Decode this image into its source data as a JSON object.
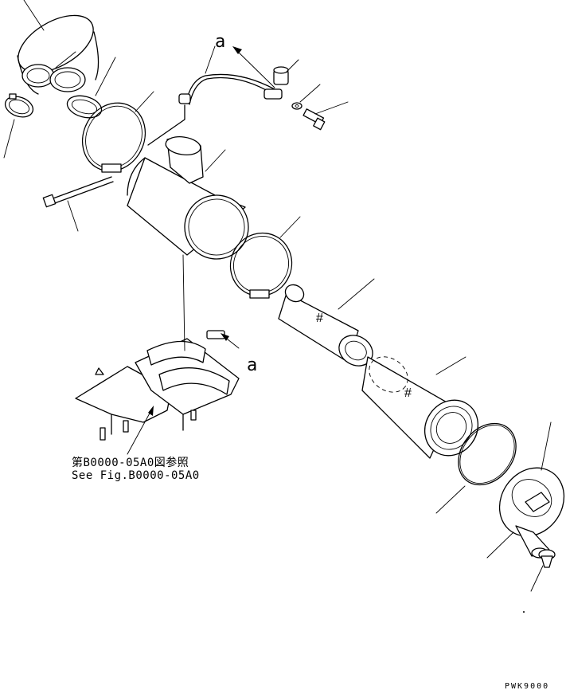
{
  "callouts": {
    "a_top": "a",
    "a_mid": "a"
  },
  "reference": {
    "japanese": "第B0000-05A0図参照",
    "english": "See Fig.B0000-05A0"
  },
  "drawing_code": "PWK9000",
  "marks": {
    "inner_element": "#",
    "outer_element": "#"
  }
}
